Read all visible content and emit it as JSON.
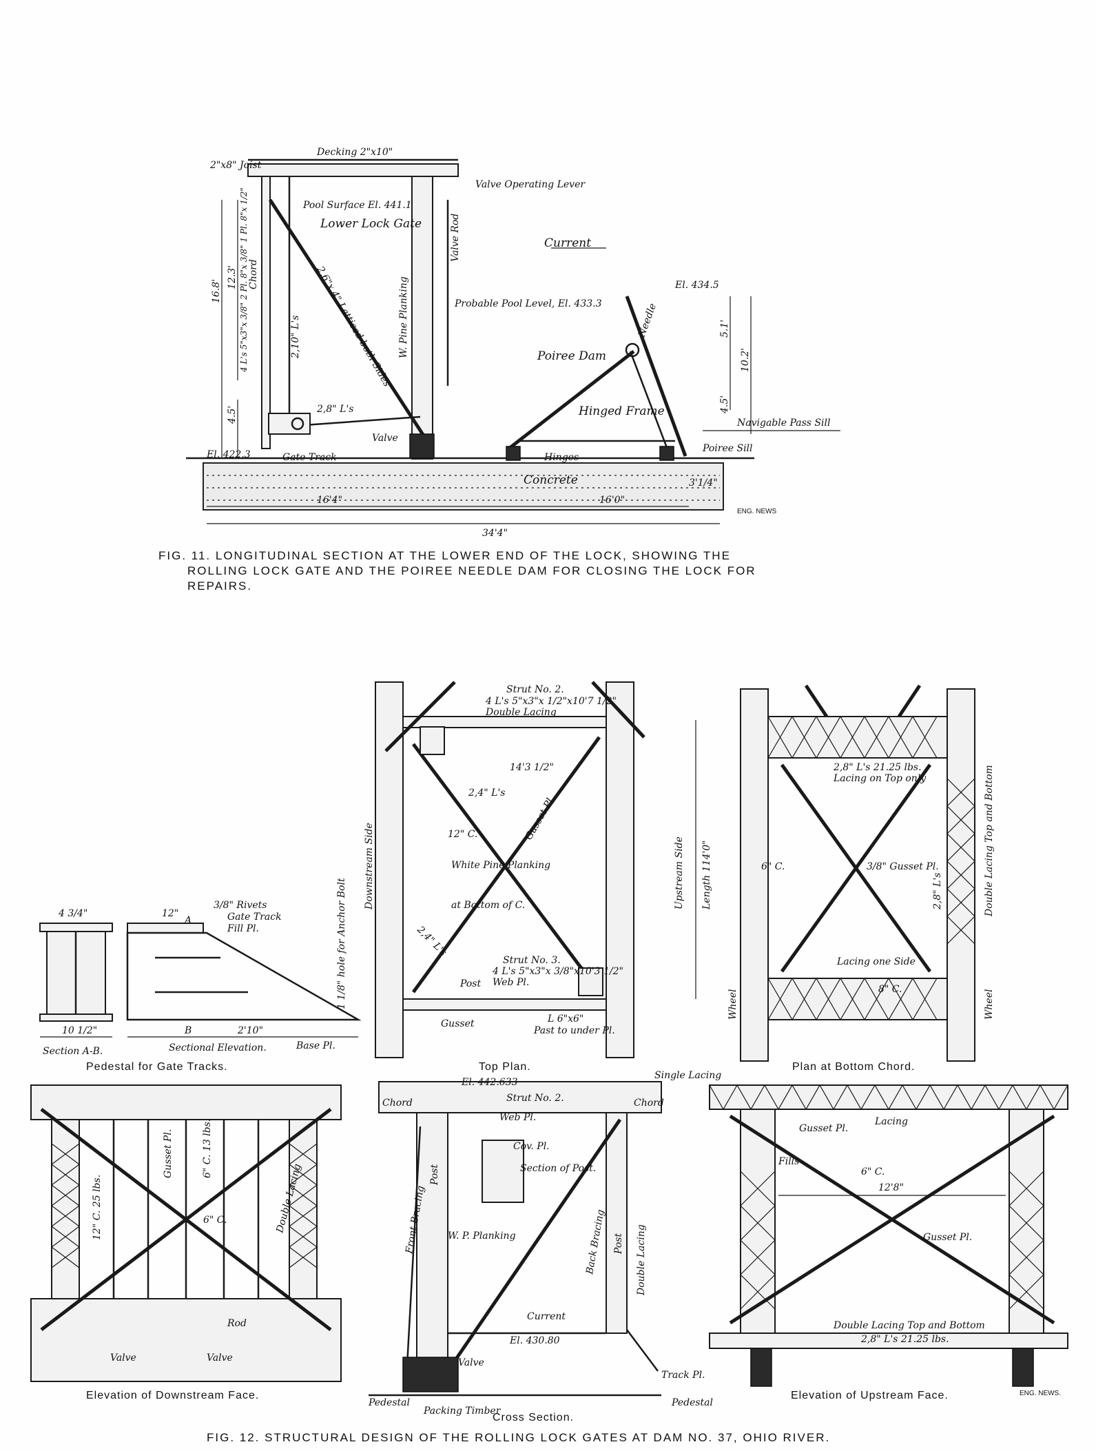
{
  "fig11": {
    "labels": {
      "decking": "Decking 2\"x10\"",
      "joist": "2\"x8\" Joist",
      "valve_lever": "Valve Operating Lever",
      "pool_surface": "Pool Surface El. 441.1",
      "lower_lock_gate": "Lower Lock Gate",
      "current": "Current",
      "valve_rod": "Valve Rod",
      "probable_pool": "Probable Pool Level, El. 433.3",
      "el_434": "El. 434.5",
      "needle": "Needle",
      "poiree_dam": "Poiree Dam",
      "hinged_frame": "Hinged Frame",
      "navigable": "Navigable Pass Sill",
      "poiree_sill": "Poiree Sill",
      "hinges": "Hinges",
      "concrete": "Concrete",
      "valve": "Valve",
      "gate_track": "Gate Track",
      "el_422": "El. 422.3",
      "chord": "Chord",
      "planking": "W. Pine Planking",
      "laticed": "2,6\"x 4\" Latticed both Sides",
      "angle_210": "2,10\" L's",
      "angle_28": "2,8\" L's",
      "chord_spec": "4 L's 5\"x3\"x 3/8\"  2 Pl. 8\"x 3/8\"  1 Pl. 8\"x 1/2\"",
      "enc": "ENG. NEWS"
    },
    "dims": {
      "d168": "16.8'",
      "d123": "12.3'",
      "d45": "4.5'",
      "d51": "5.1'",
      "d102": "10.2'",
      "d45b": "4.5'",
      "d164": "16'4\"",
      "d160": "16'0\"",
      "d314": "3'1/4\"",
      "d344": "34'4\""
    },
    "caption_line1": "FIG. 11.  LONGITUDINAL SECTION AT THE LOWER END OF THE LOCK, SHOWING THE",
    "caption_line2": "ROLLING LOCK GATE AND THE POIREE NEEDLE DAM FOR CLOSING THE LOCK  FOR",
    "caption_line3": "REPAIRS."
  },
  "fig12": {
    "pedestal": {
      "title": "Pedestal for Gate Tracks.",
      "section": "Section A-B.",
      "sectional": "Sectional Elevation.",
      "base_pl": "Base Pl.",
      "hole": "1 1/8\" hole for Anchor Bolt",
      "rivets": "3/8\" Rivets",
      "gate_track": "Gate Track",
      "fill": "Fill Pl.",
      "dim_a": "4 3/4\"",
      "dim_b": "12\"",
      "dim_c": "10 1/2\"",
      "dim_d": "2'10\"",
      "letter_a": "A",
      "letter_b": "B"
    },
    "top_plan": {
      "title": "Top Plan.",
      "strut2": "Strut No. 2.",
      "strut2_spec": "4 L's 5\"x3\"x 1/2\"x10'7 1/2\"",
      "double_lacing": "Double Lacing",
      "dim": "14'3 1/2\"",
      "angle24": "2,4\" L's",
      "gusset": "Gusset Pl.",
      "downstream": "Downstream Side",
      "upstream": "Upstream Side",
      "length": "Length 114'0\"",
      "planking": "White Pine Planking",
      "bottom": "at Bottom of C.",
      "c12": "12\" C.",
      "strut3": "Strut No. 3.",
      "strut3_spec": "4 L's 5\"x3\"x 3/8\"x10'3 1/2\"",
      "web": "Web Pl.",
      "post": "Post",
      "gusset2": "Gusset",
      "l6": "L 6\"x6\"",
      "past": "Past to under Pl."
    },
    "bottom_chord": {
      "title": "Plan at Bottom Chord.",
      "angle28": "2,8\" L's 21.25 lbs.",
      "lacing_top": "Lacing on Top only",
      "gusset": "3/8\" Gusset Pl.",
      "c6": "6\" C.",
      "c8": "8\" C.",
      "lacing_one": "Lacing one Side",
      "wheel": "Wheel",
      "double_lacing": "Double Lacing Top and Bottom",
      "angle28b": "2,8\" L's"
    },
    "downstream": {
      "title": "Elevation of Downstream Face.",
      "valve": "Valve",
      "rod": "Rod",
      "c12": "12\" C. 25 lbs.",
      "c6": "6\" C. 13 lbs.",
      "gusset": "Gusset Pl.",
      "double_lacing": "Double Lacing",
      "c6b": "6\" C."
    },
    "cross": {
      "title": "Cross Section.",
      "chord": "Chord",
      "strut2": "Strut No. 2.",
      "el": "El. 442.633",
      "single_lacing": "Single Lacing",
      "web": "Web Pl.",
      "cov": "Cov. Pl.",
      "section_post": "Section of Post.",
      "front_bracing": "Front Bracing",
      "back_bracing": "Back Bracing",
      "post": "Post",
      "current": "Current",
      "el430": "El. 430.80",
      "valve": "Valve",
      "pedestal": "Pedestal",
      "timber": "Packing Timber",
      "track": "Track Pl.",
      "wp": "W. P. Planking",
      "double_lacing": "Double Lacing"
    },
    "upstream": {
      "title": "Elevation of Upstream Face.",
      "lacing": "Lacing",
      "gusset": "Gusset Pl.",
      "fills": "Fills",
      "c6": "6\" C.",
      "dim": "12'8\"",
      "gusset2": "Gusset Pl.",
      "double_lacing": "Double Lacing Top and Bottom",
      "angle": "2,8\" L's 21.25 lbs.",
      "enc": "ENG. NEWS."
    },
    "caption": "FIG. 12.  STRUCTURAL DESIGN OF THE ROLLING LOCK GATES AT DAM NO. 37, OHIO RIVER."
  }
}
